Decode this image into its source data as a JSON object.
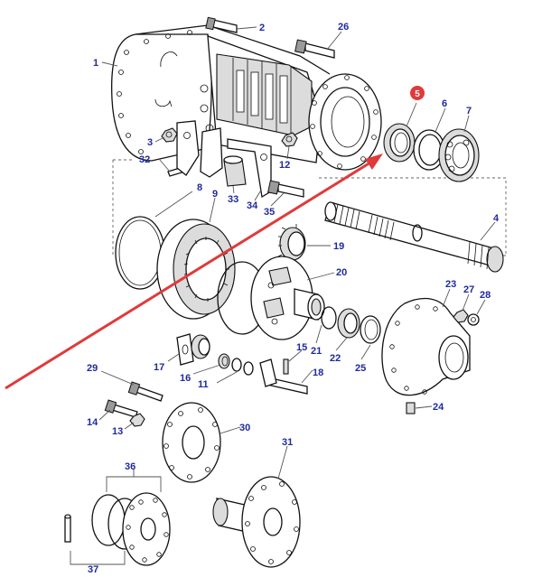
{
  "diagram": {
    "colors": {
      "label": "#1f2a9c",
      "highlight": "#e03a3a",
      "arrow": "#e03a3a",
      "line": "#111111"
    },
    "highlighted_part": "5",
    "callouts": [
      "1",
      "2",
      "3",
      "4",
      "5",
      "6",
      "7",
      "8",
      "9",
      "11",
      "12",
      "13",
      "14",
      "15",
      "16",
      "17",
      "18",
      "19",
      "20",
      "21",
      "22",
      "23",
      "24",
      "25",
      "26",
      "27",
      "28",
      "29",
      "30",
      "31",
      "32",
      "33",
      "34",
      "35",
      "36",
      "37"
    ]
  }
}
